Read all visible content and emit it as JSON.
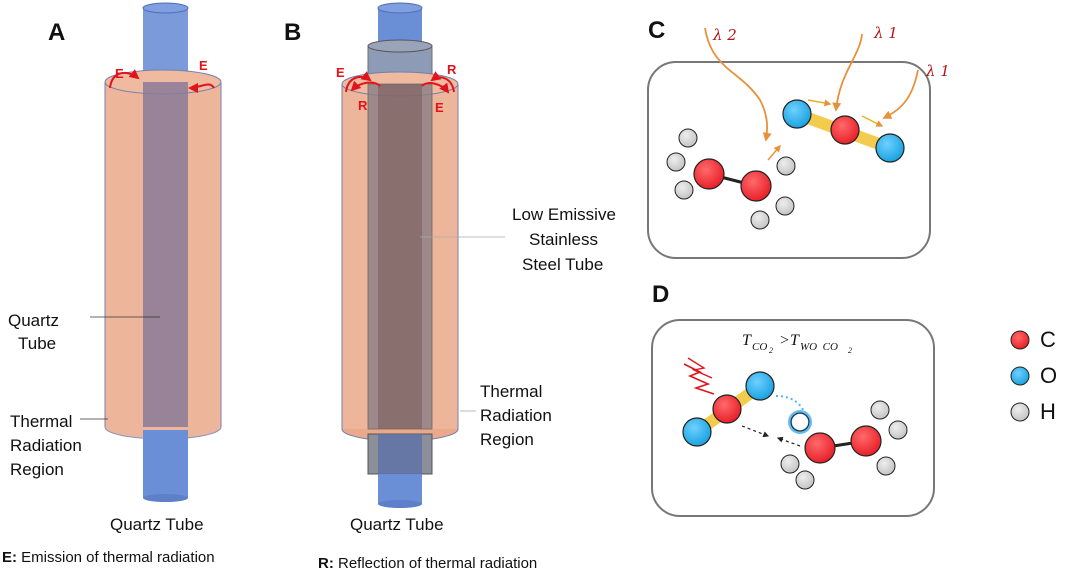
{
  "panels": {
    "a": {
      "letter": "A",
      "emission_label": "E",
      "quartz_label_line1": "Quartz",
      "quartz_label_line2": "Tube",
      "region_line1": "Thermal",
      "region_line2": "Radiation",
      "region_line3": "Region",
      "bottom_label": "Quartz Tube"
    },
    "b": {
      "letter": "B",
      "emission_label": "E",
      "reflection_label": "R",
      "steel_line1": "Low Emissive",
      "steel_line2": "Stainless",
      "steel_line3": "Steel Tube",
      "region_line1": "Thermal",
      "region_line2": "Radiation",
      "region_line3": "Region",
      "bottom_label": "Quartz Tube"
    },
    "c": {
      "letter": "C",
      "lambda_2": "λ 2",
      "lambda_1": "λ 1"
    },
    "d": {
      "letter": "D",
      "eq_t1": "T",
      "eq_sub1": "CO",
      "eq_sub1_num": "2",
      "eq_op": ">",
      "eq_t2": "T",
      "eq_sub2": "WO  CO",
      "eq_sub2_num": "2"
    }
  },
  "legend": {
    "items": [
      {
        "label": "C",
        "color": "#e8202a"
      },
      {
        "label": "O",
        "color": "#1aa3e0"
      },
      {
        "label": "H",
        "color": "#cfcfcf"
      }
    ]
  },
  "footnotes": {
    "e_key": "E:",
    "e_text": " Emission of thermal radiation",
    "r_key": "R:",
    "r_text": " Reflection of thermal radiation"
  },
  "colors": {
    "quartz": "#6b8fd6",
    "region": "#eaa98a",
    "steel": "#8a8f9a",
    "arrow_red": "#e0141b",
    "arrow_orange": "#e8903a",
    "box_border": "#777777"
  }
}
